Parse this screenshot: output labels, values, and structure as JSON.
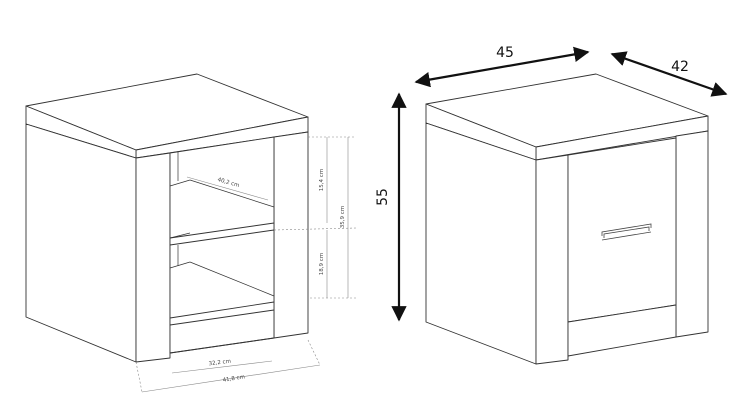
{
  "left_drawing": {
    "inner_width_label": "40,2 cm",
    "upper_height_label": "15,4 cm",
    "total_inner_height_label": "35,9 cm",
    "lower_height_label": "18,9 cm",
    "opening_width_label": "32,2 cm",
    "outer_width_label": "41,8 cm"
  },
  "right_drawing": {
    "width_label": "45",
    "depth_label": "42",
    "height_label": "55"
  },
  "colors": {
    "line": "#333333",
    "dim": "#888888",
    "arrow": "#111111"
  }
}
